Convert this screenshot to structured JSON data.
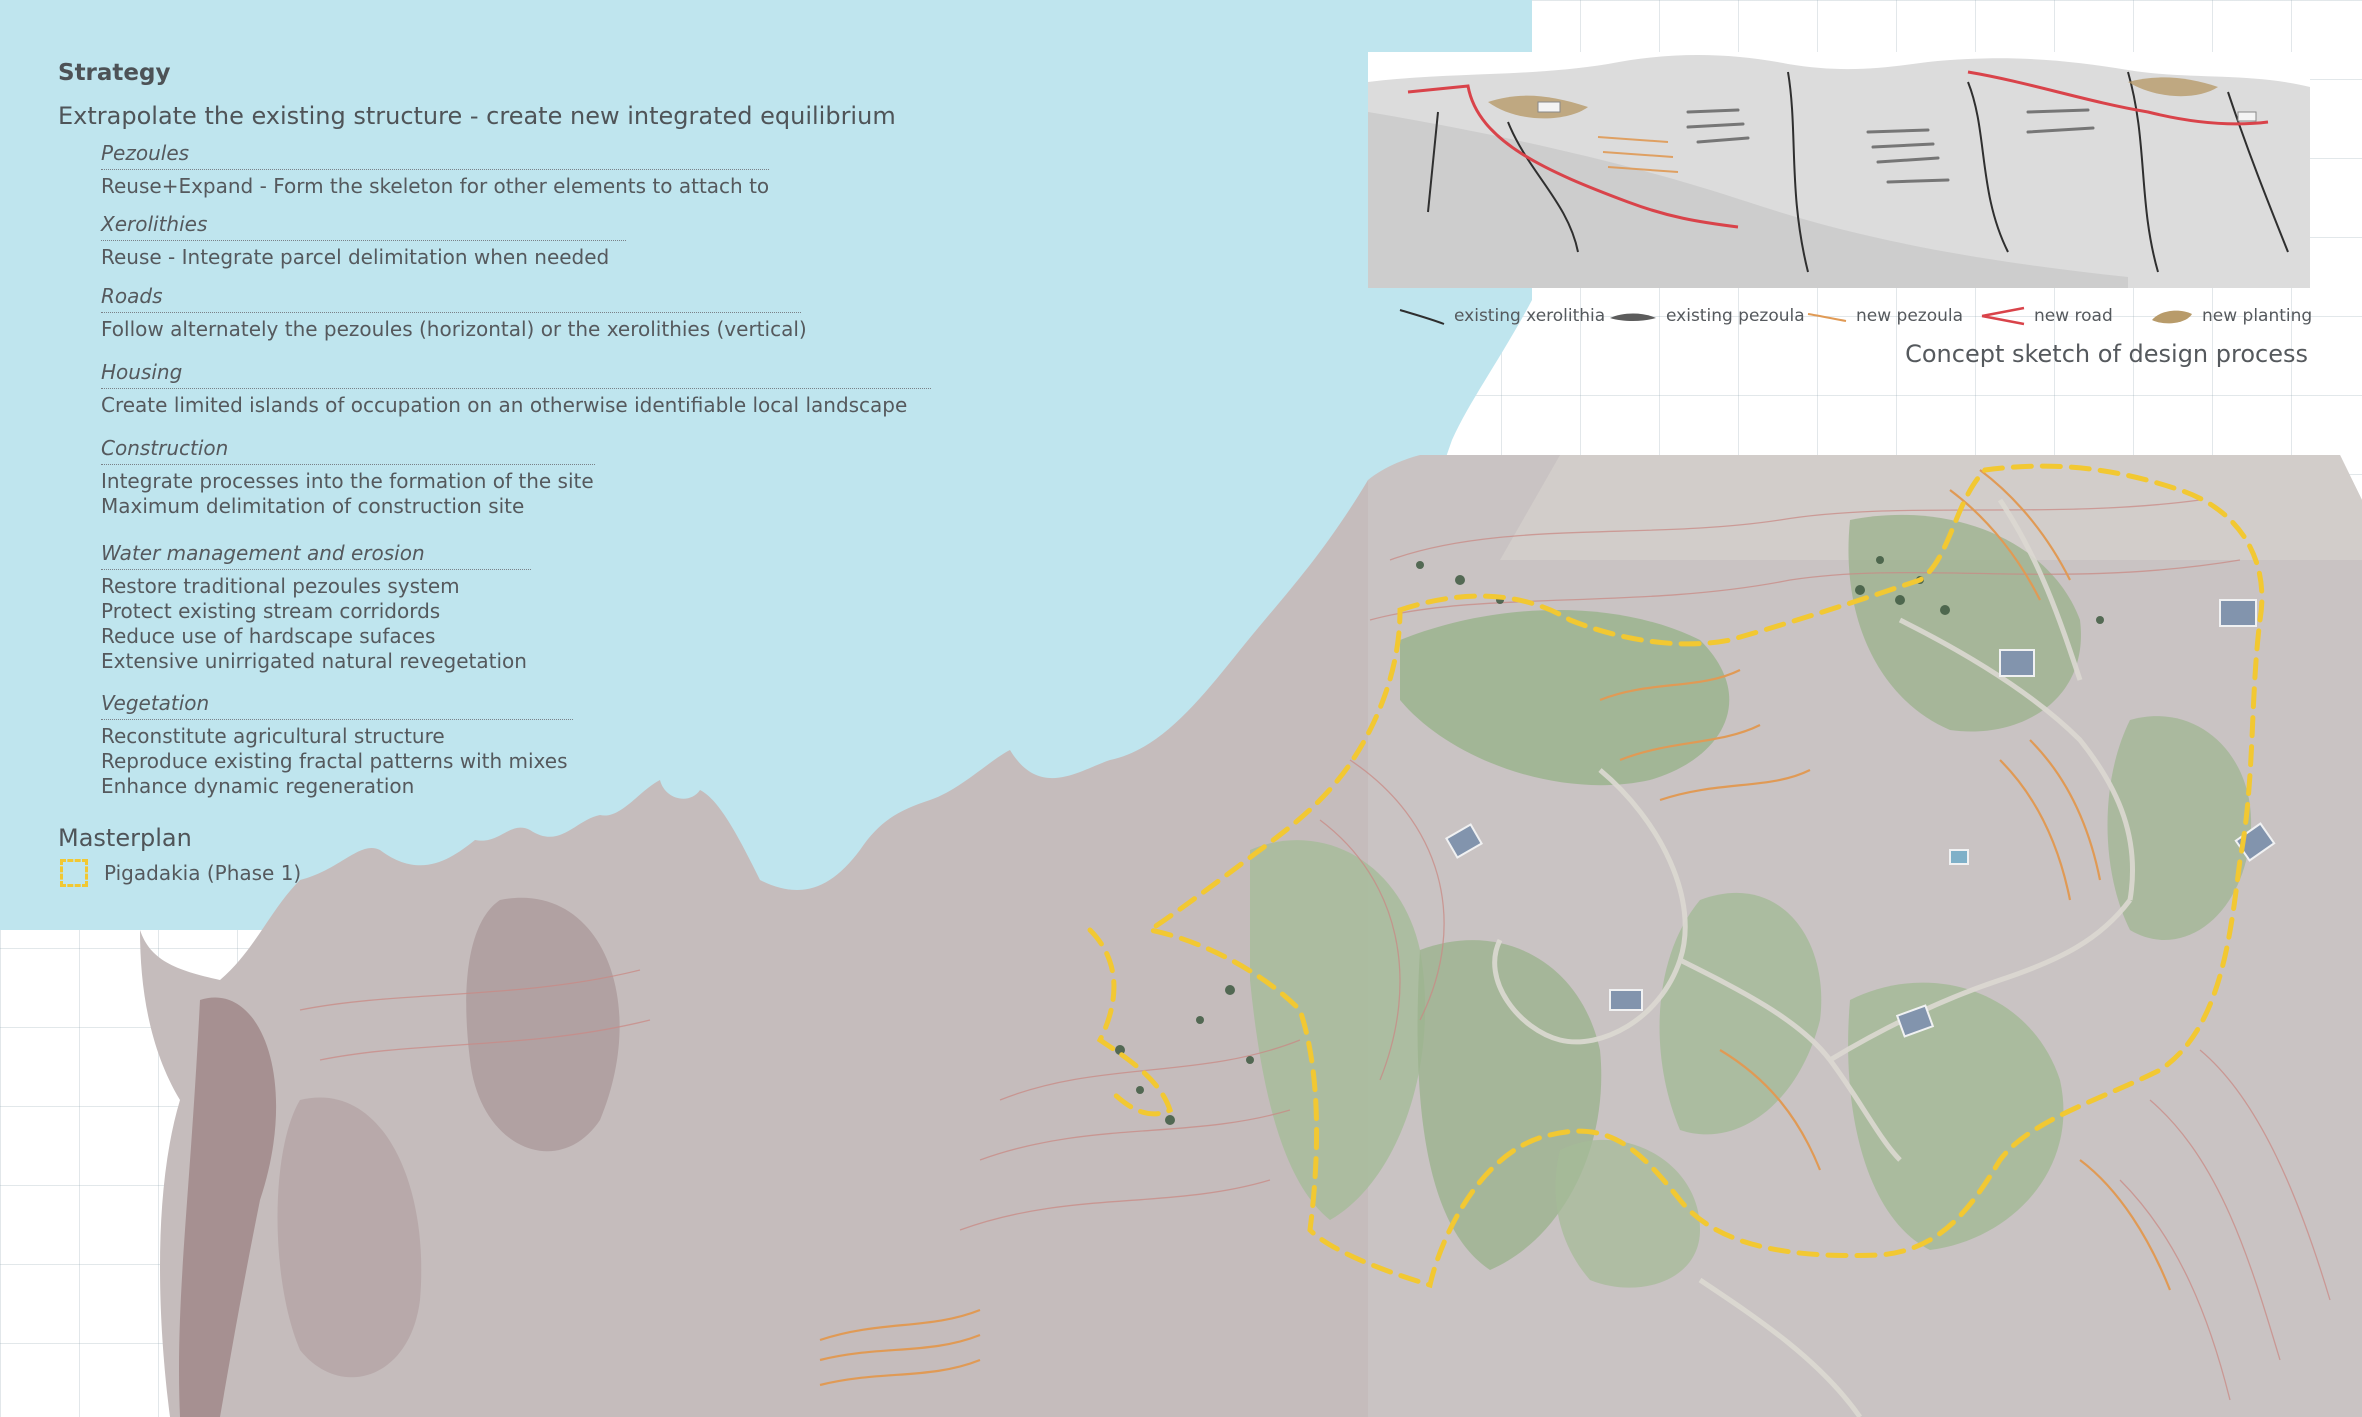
{
  "strategy": {
    "title": "Strategy",
    "subtitle": "Extrapolate the existing structure - create new integrated equilibrium",
    "sections": [
      {
        "heading": "Pezoules",
        "lines": [
          "Reuse+Expand - Form the skeleton for other elements to attach to"
        ]
      },
      {
        "heading": "Xerolithies",
        "lines": [
          "Reuse - Integrate parcel delimitation when needed"
        ]
      },
      {
        "heading": "Roads",
        "lines": [
          "Follow alternately the pezoules (horizontal) or the xerolithies (vertical)"
        ]
      },
      {
        "heading": "Housing",
        "lines": [
          "Create limited islands of occupation on an otherwise identifiable local landscape"
        ]
      },
      {
        "heading": "Construction",
        "lines": [
          "Integrate processes into the formation of the site",
          "Maximum delimitation of construction site"
        ]
      },
      {
        "heading": "Water management and erosion",
        "lines": [
          "Restore traditional pezoules system",
          "Protect existing stream corridords",
          "Reduce use of hardscape sufaces",
          "Extensive unirrigated natural revegetation"
        ]
      },
      {
        "heading": "Vegetation",
        "lines": [
          "Reconstitute agricultural structure",
          "Reproduce existing fractal patterns with mixes",
          "Enhance dynamic regeneration"
        ]
      }
    ]
  },
  "masterplan": {
    "title": "Masterplan",
    "legend_label": "Pigadakia (Phase 1)",
    "boundary_color": "#f2c832"
  },
  "concept_sketch": {
    "caption": "Concept sketch of design process",
    "legend": [
      {
        "label": "existing xerolithia",
        "icon": "xerolithia-line-icon"
      },
      {
        "label": "existing pezoula",
        "icon": "pezoula-stroke-icon"
      },
      {
        "label": "new pezoula",
        "icon": "new-pezoula-line-icon"
      },
      {
        "label": "new road",
        "icon": "new-road-icon"
      },
      {
        "label": "new planting",
        "icon": "new-planting-patch-icon"
      }
    ]
  },
  "colors": {
    "sea": "#bfe5ee",
    "terrain": "#c4bcbc",
    "vegetation": "#9bb48e",
    "road": "#d9d6d0",
    "contour": "#c98a85",
    "new_pezoula": "#e09a55",
    "new_road": "#d9434a",
    "text": "#55595d"
  }
}
